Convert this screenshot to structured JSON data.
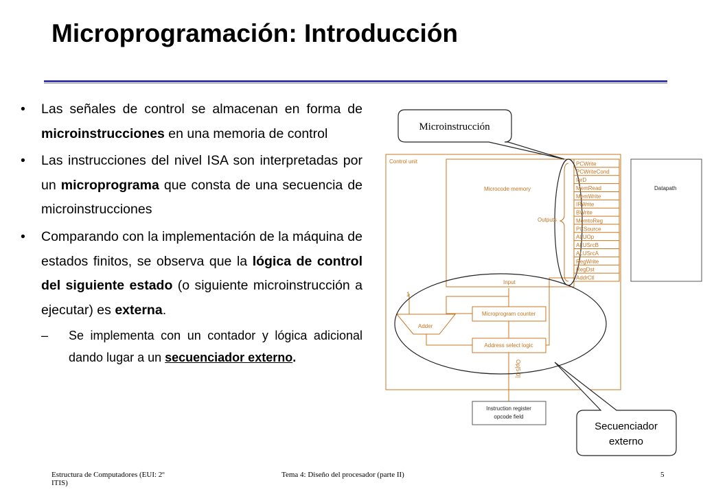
{
  "title": "Microprogramación: Introducción",
  "bullets": [
    {
      "parts": [
        {
          "t": "Las señales de control se almacenan en forma de ",
          "b": false
        },
        {
          "t": "microinstrucciones",
          "b": true
        },
        {
          "t": " en una memoria de control",
          "b": false
        }
      ]
    },
    {
      "parts": [
        {
          "t": "Las instrucciones del nivel ISA son interpretadas por un ",
          "b": false
        },
        {
          "t": "microprograma",
          "b": true
        },
        {
          "t": " que consta de una secuencia de microinstrucciones",
          "b": false
        }
      ]
    },
    {
      "parts": [
        {
          "t": "Comparando con la implementación de la máquina de estados finitos, se observa que la ",
          "b": false
        },
        {
          "t": "lógica de control del siguiente estado",
          "b": true
        },
        {
          "t": " (o siguiente microinstrucción a ejecutar) es ",
          "b": false
        },
        {
          "t": "externa",
          "b": true
        },
        {
          "t": ".",
          "b": false
        }
      ]
    }
  ],
  "sub_bullet": {
    "before": "Se implementa con un contador y lógica adicional dando lugar a un ",
    "underlined": "secuenciador externo",
    "after": "."
  },
  "bullet_symbol": "•",
  "dash_symbol": "–",
  "diagram": {
    "callout_top": "Microinstrucción",
    "callout_bottom_1": "Secuenciador",
    "callout_bottom_2": "externo",
    "control_unit": "Control unit",
    "microcode_memory": "Microcode memory",
    "outputs": "Outputs",
    "datapath": "Datapath",
    "input": "Input",
    "one": "1",
    "adder": "Adder",
    "microprogram_counter": "Microprogram counter",
    "address_select_logic": "Address select logic",
    "op": "Op[5-0]",
    "ir_line1": "Instruction register",
    "ir_line2": "opcode field",
    "signals": [
      "PCWrite",
      "PCWriteCond",
      "IorD",
      "MemRead",
      "MemWrite",
      "IRWrite",
      "BWrite",
      "MemtoReg",
      "PCSource",
      "ALUOp",
      "ALUSrcB",
      "ALUSrcA",
      "RegWrite",
      "RegDst",
      "AddrCtl"
    ]
  },
  "footer": {
    "left_1": "Estructura de Computadores (EUI: 2º",
    "left_2": "ITIS)",
    "center": "Tema 4: Diseño del procesador (parte II)",
    "page": "5"
  },
  "colors": {
    "accent_rule": "#3a3aa6",
    "diagram_orange": "#c8741e"
  }
}
